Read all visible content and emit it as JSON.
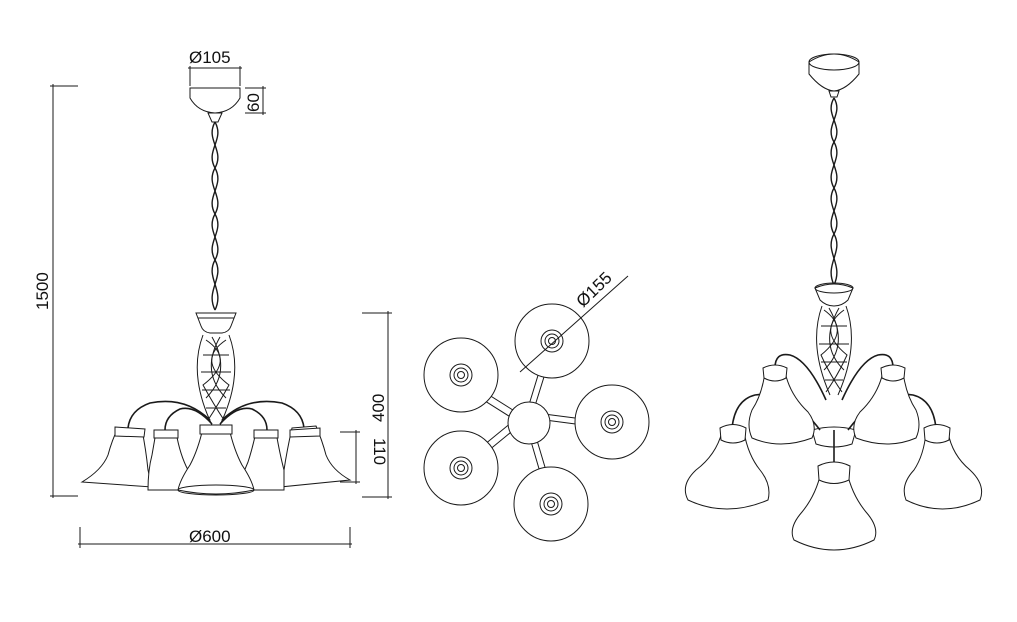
{
  "dimensions": {
    "canopy_diameter": "Ø105",
    "canopy_height": "60",
    "total_height": "1500",
    "body_height": "400",
    "shade_height": "110",
    "overall_diameter": "Ø600",
    "shade_diameter": "Ø155"
  },
  "colors": {
    "line": "#1a1a1a",
    "background": "#ffffff"
  }
}
